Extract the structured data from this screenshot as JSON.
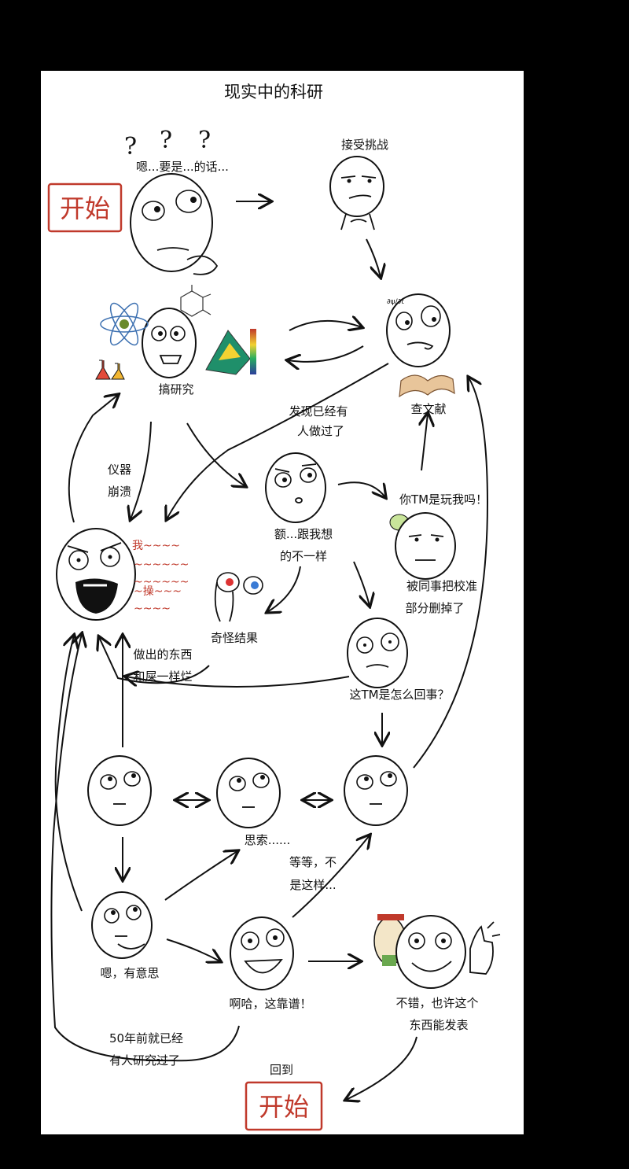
{
  "title": "现实中的科研",
  "nodes": {
    "start_label": "开始",
    "thinking_text": "嗯...要是...的话...",
    "question_marks": [
      "?",
      "?",
      "?"
    ],
    "accept_challenge": "接受挑战",
    "do_research": "搞研究",
    "check_literature": "查文献",
    "found_done_line1": "发现已经有",
    "found_done_line2": "人做过了",
    "instrument_line1": "仪器",
    "instrument_line2": "崩溃",
    "different_line1": "额...跟我想",
    "different_line2": "的不一样",
    "kidding": "你TM是玩我吗！",
    "deleted_line1": "被同事把校准",
    "deleted_line2": "部分删掉了",
    "rage_words": [
      "我~~~~",
      "~~~~~~",
      "~~~~~~",
      "~操~~~",
      "~~~~"
    ],
    "weird_result": "奇怪结果",
    "crap_line1": "做出的东西",
    "crap_line2": "和屎一样烂",
    "what_happened": "这TM是怎么回事？",
    "pondering": "思索......",
    "wait_line1": "等等，不",
    "wait_line2": "是这样...",
    "interesting": "嗯，有意思",
    "aha": "啊哈，这靠谱！",
    "publishable_line1": "不错，也许这个",
    "publishable_line2": "东西能发表",
    "fifty_years_line1": "50年前就已经",
    "fifty_years_line2": "有人研究过了",
    "back_to": "回到",
    "end_label": "开始"
  },
  "colors": {
    "stamp": "#c0392b",
    "ink": "#111111",
    "panel": "#ffffff",
    "background": "#000000"
  }
}
